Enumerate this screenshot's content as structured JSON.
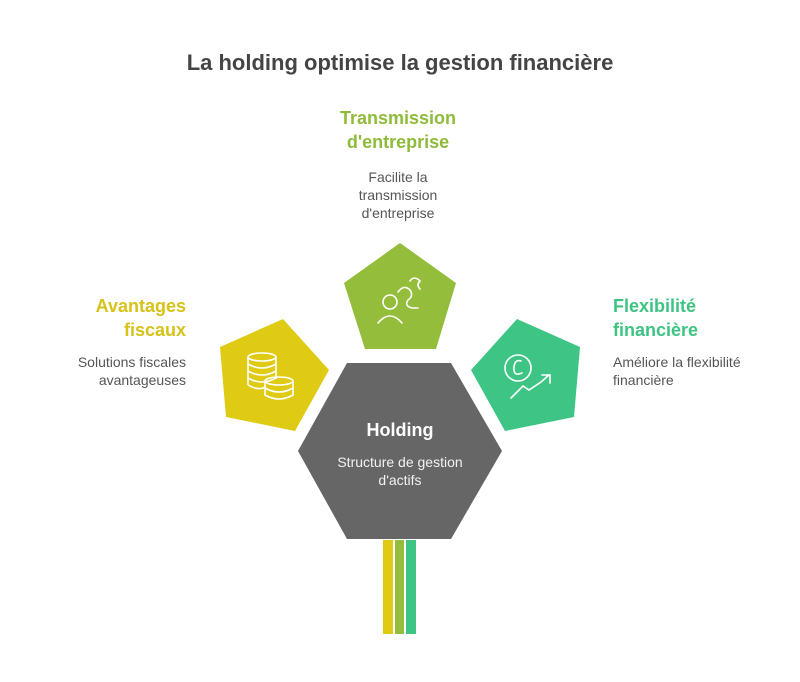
{
  "title": "La holding optimise la gestion financière",
  "colors": {
    "fiscal": "#dfca14",
    "transmission": "#93bd3b",
    "flexibility": "#3ec585",
    "hub": "#666666"
  },
  "hub": {
    "label": "Holding",
    "description_lines": [
      "Structure de gestion",
      "d'actifs"
    ]
  },
  "items": [
    {
      "label_lines": [
        "Transmission",
        "d'entreprise"
      ],
      "description_lines": [
        "Facilite la",
        "transmission",
        "d'entreprise"
      ],
      "icon": "person-path-icon"
    },
    {
      "label_lines": [
        "Avantages",
        "fiscaux"
      ],
      "description_lines": [
        "Solutions fiscales",
        "avantageuses"
      ],
      "icon": "coins-stack-icon"
    },
    {
      "label_lines": [
        "Flexibilité",
        "financière"
      ],
      "description_lines": [
        "Améliore la flexibilité",
        "financière"
      ],
      "icon": "euro-growth-icon"
    }
  ]
}
